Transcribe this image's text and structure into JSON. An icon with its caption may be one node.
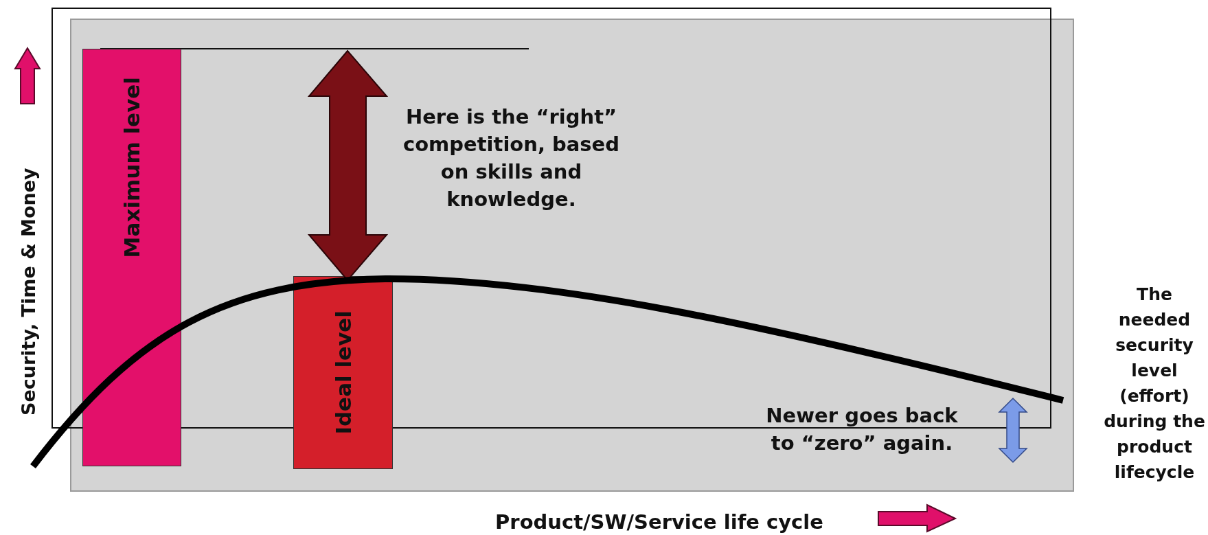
{
  "diagram": {
    "nodes": [
      {
        "text": [
          "Maximum level"
        ]
      },
      {
        "text": [
          "Ideal level"
        ]
      }
    ],
    "labels": [
      "Security, Time & Money",
      "Here is the “right” competition, based on skills and knowledge.",
      "Newer goes back to “zero” again.",
      "The needed security level (effort) during the product lifecycle",
      "Product/SW/Service life cycle"
    ]
  }
}
